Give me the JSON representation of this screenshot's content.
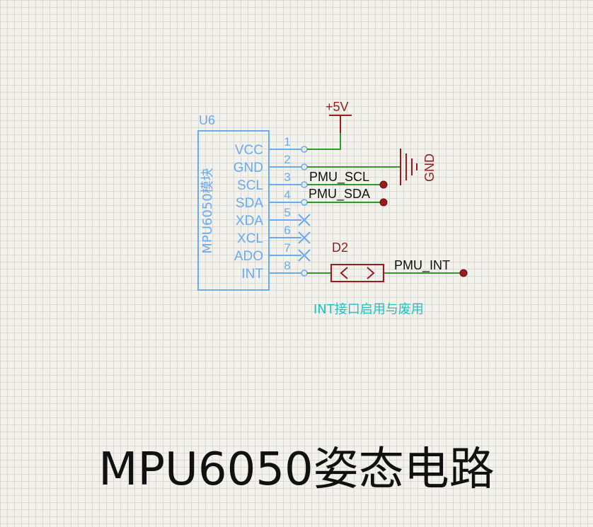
{
  "component": {
    "ref": "U6",
    "name": "MPU6050模块",
    "pins": [
      {
        "num": "1",
        "name": "VCC"
      },
      {
        "num": "2",
        "name": "GND"
      },
      {
        "num": "3",
        "name": "SCL"
      },
      {
        "num": "4",
        "name": "SDA"
      },
      {
        "num": "5",
        "name": "XDA"
      },
      {
        "num": "6",
        "name": "XCL"
      },
      {
        "num": "7",
        "name": "ADO"
      },
      {
        "num": "8",
        "name": "INT"
      }
    ]
  },
  "power": {
    "vcc_label": "+5V",
    "gnd_label": "GND"
  },
  "nets": {
    "scl": "PMU_SCL",
    "sda": "PMU_SDA",
    "int": "PMU_INT"
  },
  "jumper": {
    "ref": "D2"
  },
  "note": "INT接口启用与废用",
  "title": "MPU6050姿态电路",
  "colors": {
    "component": "#6aaaf0",
    "wire": "#2e9a2e",
    "power": "#9a1b1b",
    "note": "#1fc3c3",
    "grid": "#d9d9d3"
  }
}
